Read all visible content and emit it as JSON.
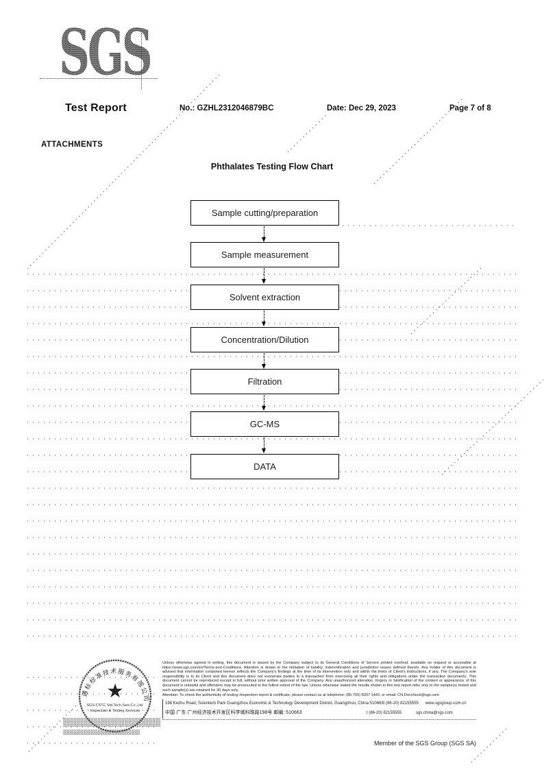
{
  "header": {
    "logo_text": "SGS",
    "report_title": "Test Report",
    "report_no": "No.: GZHL2312046879BC",
    "date": "Date: Dec 29, 2023",
    "page": "Page 7 of 8"
  },
  "attachments_label": "ATTACHMENTS",
  "flowchart": {
    "title": "Phthalates Testing Flow Chart",
    "steps": [
      "Sample cutting/preparation",
      "Sample measurement",
      "Solvent extraction",
      "Concentration/Dilution",
      "Filtration",
      "GC-MS",
      "DATA"
    ]
  },
  "stamp": {
    "arc_text": "通标标准技术服务有限公司",
    "star": "★",
    "line1": "SGS-CSTC Std.Tech.Serv.Co.,Ltd.",
    "line2": "Inspection & Testing Services"
  },
  "footer": {
    "disclaimer": "Unless otherwise agreed in writing, this document is issued by the Company subject to its General Conditions of Service printed overleaf, available on request or accessible at https://www.sgs.com/en/Terms-and-Conditions. Attention is drawn to the limitation of liability, indemnification and jurisdiction issues defined therein. Any holder of this document is advised that information contained hereon reflects the Company's findings at the time of its intervention only and within the limits of Client's instructions, if any. The Company's sole responsibility is to its Client and this document does not exonerate parties to a transaction from exercising all their rights and obligations under the transaction documents. This document cannot be reproduced except in full, without prior written approval of the Company. Any unauthorized alteration, forgery or falsification of the content or appearance of this document is unlawful and offenders may be prosecuted to the fullest extent of the law. Unless otherwise stated the results shown in this test report refer only to the sample(s) tested and such sample(s) are retained for 30 days only.",
    "attention": "Attention: To check the authenticity of testing /inspection report & certificate, please contact us at telephone: (86-755) 8307 1443, or email: CN.Doccheck@sgs.com",
    "address_en": "198 Kezhu Road, Scientech Park Guangzhou Economic & Technology Development District, Guangzhou, China 510663",
    "address_cn": "中国·广东·广州经济技术开发区科学城科珠路198号  邮编: 510663",
    "tel1": "t (86-20) 82155555",
    "website": "www.sgsgroup.com.cn",
    "tel2": "t (86-20) 82155555",
    "email": "sgs.china@sgs.com",
    "member_label": "Member of the SGS Group (SGS SA)"
  }
}
